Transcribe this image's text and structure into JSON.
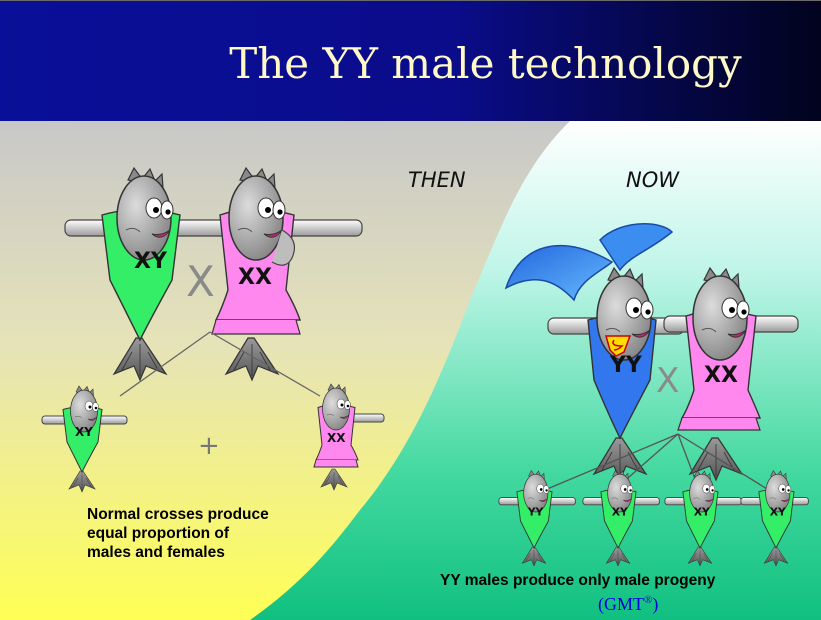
{
  "title": "The YY male technology",
  "labels": {
    "then": "THEN",
    "now": "NOW"
  },
  "cross_symbol": "X",
  "plus_symbol": "+",
  "fish_labels": {
    "xy": "XY",
    "xx": "XX",
    "yy": "YY"
  },
  "left_caption": {
    "line1": "Normal crosses produce",
    "line2": "equal proportion of",
    "line3": "males and females"
  },
  "right_caption": {
    "text": "YY males produce only male progeny",
    "gmt": "(GMT",
    "gmt_mark": "®",
    "gmt_close": ")"
  },
  "colors": {
    "header_blue": "#0a0f99",
    "title_text": "#fff9c8",
    "male_green": "#33ee66",
    "female_pink": "#ff88ee",
    "super_blue": "#3377ee",
    "cape_blue": "#44aaff",
    "gmt_blue": "#0000dd"
  }
}
